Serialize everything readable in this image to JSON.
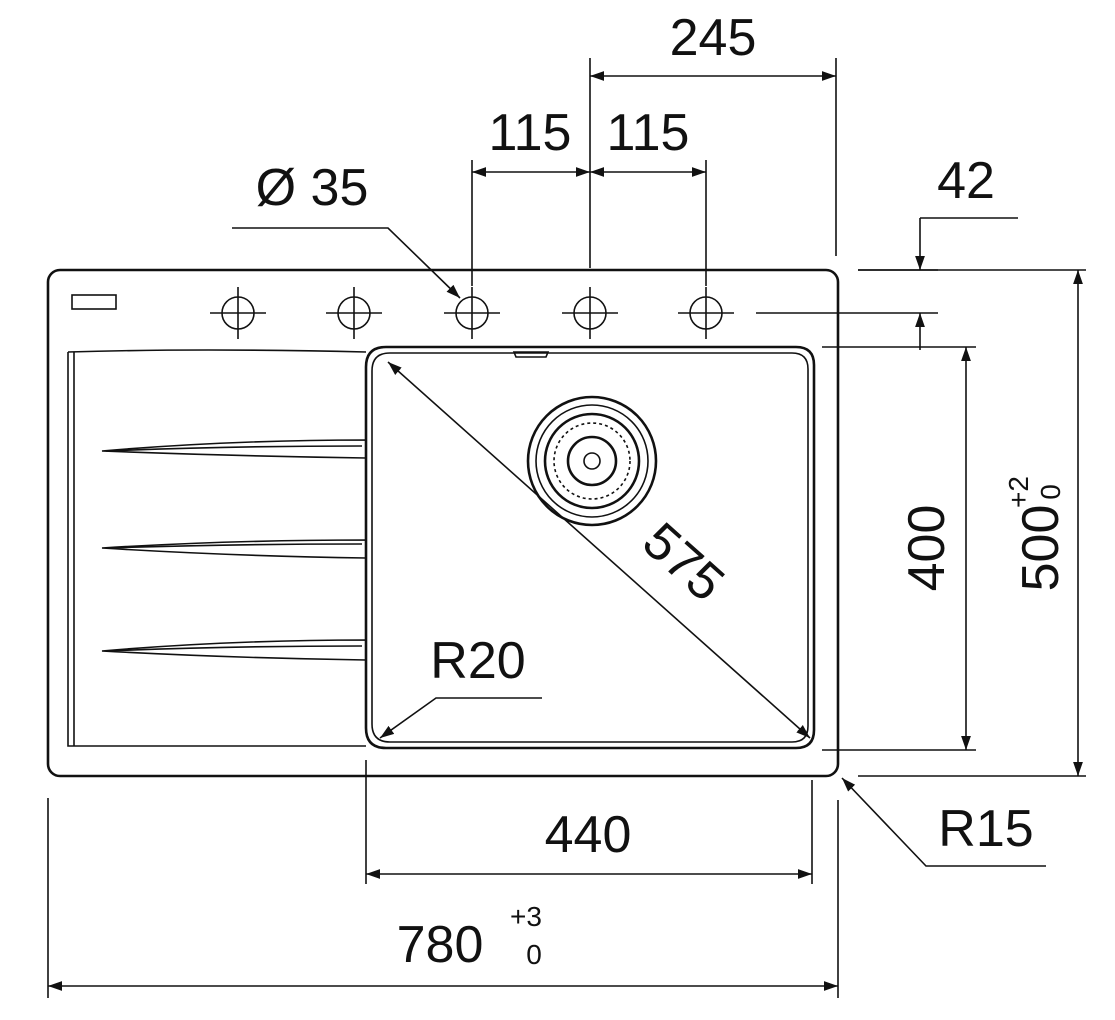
{
  "colors": {
    "line": "#111111",
    "background": "#ffffff"
  },
  "dimensions": {
    "width_total": {
      "value": "780",
      "tol_upper": "+3",
      "tol_lower": "0"
    },
    "bowl_width": "440",
    "height_total": {
      "value": "500",
      "tol_upper": "+2",
      "tol_lower": "0"
    },
    "bowl_height": "400",
    "diagonal": "575",
    "tap_hole_spacing_left": "115",
    "tap_hole_spacing_right": "115",
    "center_to_edge": "245",
    "tap_hole_diameter": "Ø 35",
    "edge_to_hole_row": "42",
    "inner_radius": "R20",
    "outer_radius": "R15"
  }
}
